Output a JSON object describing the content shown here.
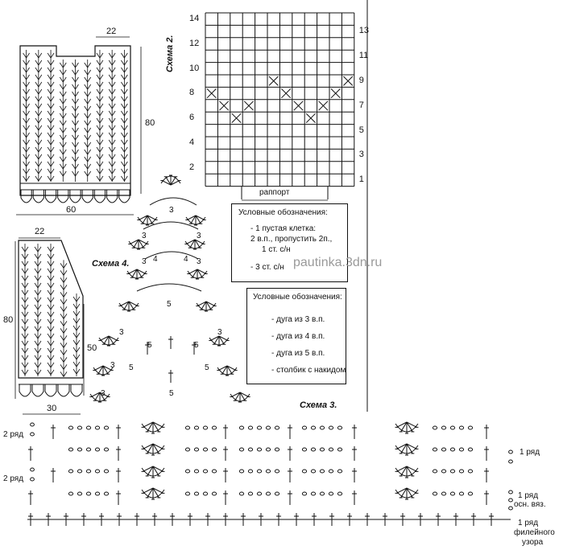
{
  "watermark": "pautinka.3dn.ru",
  "back_piece": {
    "width_label": "60",
    "height_label": "80",
    "neck_label": "22"
  },
  "front_piece": {
    "width_label": "30",
    "height_label": "80",
    "shoulder_label": "22",
    "armhole_label": "50"
  },
  "schema2": {
    "title": "Схема 2.",
    "left_row_numbers": [
      "14",
      "12",
      "10",
      "8",
      "6",
      "4",
      "2"
    ],
    "right_row_numbers": [
      "13",
      "11",
      "9",
      "7",
      "5",
      "3",
      "1"
    ],
    "repeat_label": "раппорт",
    "legend": {
      "title": "Условные обозначения:",
      "empty_cell": "- 1 пустая клетка:",
      "empty_cell_2": "2 в.п., пропустить 2п.,",
      "empty_cell_3": "1 ст. с/н",
      "cross_cell": "- 3 ст. с/н"
    }
  },
  "schema3": {
    "title": "Схема 3.",
    "legend": {
      "title": "Условные обозначения:",
      "arc3": "- дуга из 3 в.п.",
      "arc4": "- дуга из 4 в.п.",
      "arc5": "- дуга из 5 в.п.",
      "dc": "- столбик с накидом"
    },
    "left_labels": [
      "2 ряд",
      "2 ряд"
    ],
    "right_labels": [
      "1 ряд",
      "1 ряд",
      "осн. вяз.",
      "1 ряд",
      "филейного",
      "узора"
    ]
  },
  "schema4": {
    "title": "Схема 4.",
    "arc_numbers": [
      "3",
      "3",
      "3",
      "4",
      "4",
      "3",
      "3",
      "5",
      "3",
      "3",
      "5",
      "5",
      "3",
      "5",
      "5",
      "3",
      "5"
    ]
  }
}
